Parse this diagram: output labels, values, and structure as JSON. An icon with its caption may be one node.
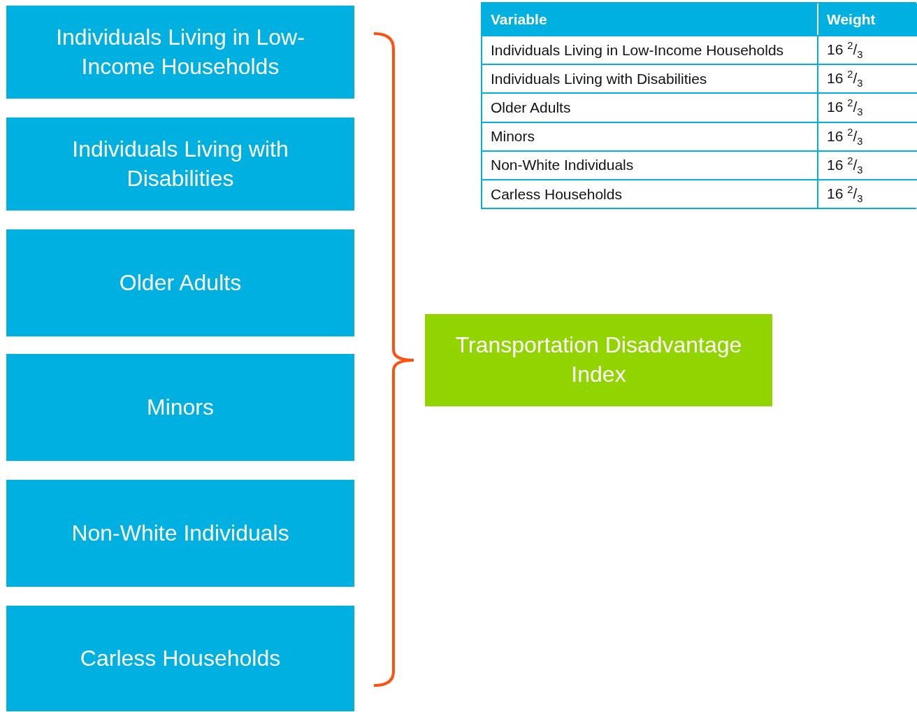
{
  "diagram": {
    "nodes": [
      {
        "text": [
          "Individuals Living in Low-Income Households"
        ]
      },
      {
        "text": [
          "Individuals Living with Disabilities"
        ]
      },
      {
        "text": [
          "Older Adults"
        ]
      },
      {
        "text": [
          "Minors"
        ]
      },
      {
        "text": [
          "Non-White Individuals"
        ]
      },
      {
        "text": [
          "Carless Households"
        ]
      },
      {
        "text": [
          "Transportation Disadvantage Index"
        ]
      }
    ],
    "labels": [
      "Variable",
      "Weight",
      "Individuals Living in Low-Income Households",
      "16 $^{2}$/$_{3}$",
      "Individuals Living with Disabilities",
      "16 $^{2}$/$_{3}$",
      "Older Adults",
      "16 $^{2}$/$_{3}$",
      "Minors",
      "16 $^{2}$/$_{3}$",
      "Non-White Individuals",
      "16 $^{2}$/$_{3}$",
      "Carless Households",
      "16 $^{2}$/$_{3}$"
    ]
  }
}
